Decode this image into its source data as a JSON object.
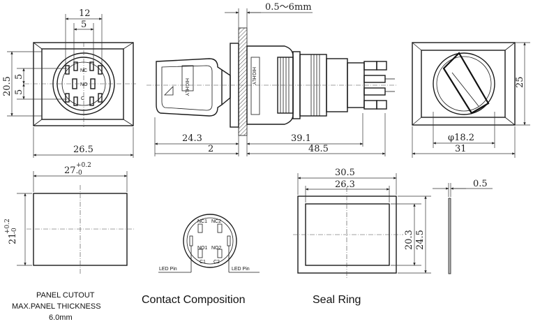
{
  "dims": {
    "d12": "12",
    "d5": "5",
    "d20_5": "20.5",
    "d5_left_a": "5",
    "d5_left_b": "5",
    "d26_5": "26.5",
    "d0_5_6": "0.5～6mm",
    "d24_3": "24.3",
    "d2": "2",
    "d39_1": "39.1",
    "d48_5": "48.5",
    "d25": "25",
    "phi18_2": "φ18.2",
    "d31": "31",
    "d27": "27",
    "d27_tol_plus": "+0.2",
    "d27_tol_minus": "-0",
    "d21": "21",
    "d21_tol_plus": "+0.2",
    "d21_tol_minus": "-0",
    "d30_5": "30.5",
    "d26_3": "26.3",
    "d20_3": "20.3",
    "d24_5": "24.5",
    "d0_5": "0.5"
  },
  "front_labels": {
    "nc": "NC",
    "no": "NO",
    "c": "C"
  },
  "key_text": "HIGHLY",
  "contact": {
    "nc1": "NC1",
    "nc2": "NC2",
    "no1": "NO1",
    "no2": "NO2",
    "c1": "C1",
    "c2": "C2",
    "led_pin_left": "LED Pin",
    "led_pin_right": "LED Pin"
  },
  "captions": {
    "panel_cutout": "PANEL CUTOUT",
    "max_thickness": "MAX.PANEL THICKNESS",
    "thickness_value": "6.0mm",
    "contact_composition": "Contact  Composition",
    "seal_ring": "Seal Ring"
  }
}
